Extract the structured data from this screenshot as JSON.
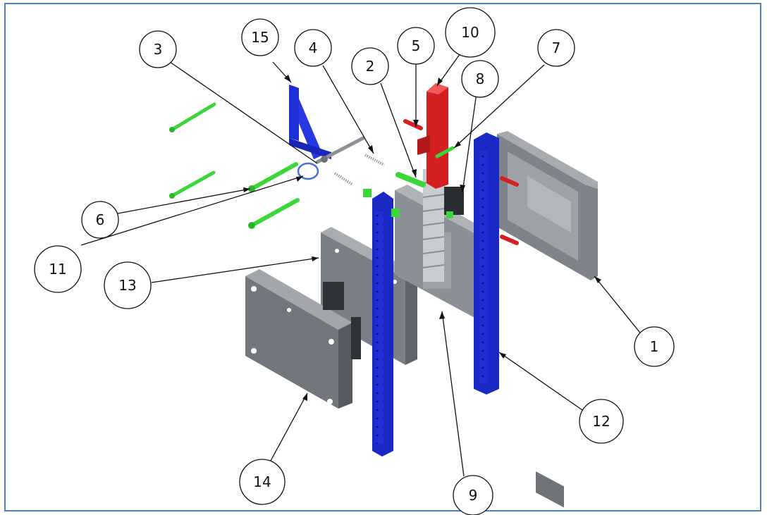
{
  "drawing": {
    "balloons": [
      {
        "id": "b3",
        "label": "3"
      },
      {
        "id": "b15",
        "label": "15"
      },
      {
        "id": "b4",
        "label": "4"
      },
      {
        "id": "b2",
        "label": "2"
      },
      {
        "id": "b5",
        "label": "5"
      },
      {
        "id": "b10",
        "label": "10"
      },
      {
        "id": "b8",
        "label": "8"
      },
      {
        "id": "b7",
        "label": "7"
      },
      {
        "id": "b6",
        "label": "6"
      },
      {
        "id": "b11",
        "label": "11"
      },
      {
        "id": "b13",
        "label": "13"
      },
      {
        "id": "b1",
        "label": "1"
      },
      {
        "id": "b12",
        "label": "12"
      },
      {
        "id": "b14",
        "label": "14"
      },
      {
        "id": "b9",
        "label": "9"
      }
    ],
    "colors": {
      "frame": "#4f81bd",
      "plate_gray": "#8d9197",
      "plate_dark": "#5f6368",
      "blue_part": "#1f2fd6",
      "red_part": "#d42020",
      "green_part": "#3ad63a",
      "spring": "#b9bcc2"
    }
  }
}
